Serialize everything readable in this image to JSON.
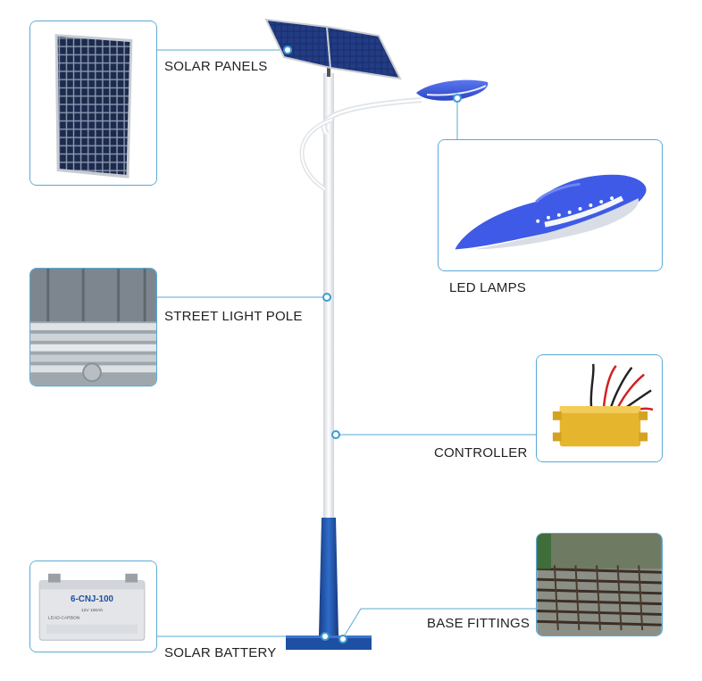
{
  "labels": {
    "solar_panels": "SOLAR PANELS",
    "led_lamps": "LED LAMPS",
    "street_light_pole": "STREET LIGHT POLE",
    "controller": "CONTROLLER",
    "solar_battery": "SOLAR BATTERY",
    "base_fittings": "BASE FITTINGS"
  },
  "battery_text": {
    "model": "6-CNJ-100",
    "rating": "12V 100Ah",
    "type": "LEAD-CARBON"
  },
  "colors": {
    "leader_line": "#5aa9d6",
    "pole_white": "#f2f4f6",
    "pole_blue": "#1d4fa3",
    "lamp_blue": "#3d58d8",
    "controller_gold": "#e6b52e"
  },
  "icons": {
    "solar_panel": "solar-panel-photo",
    "led_lamp": "led-lamp-photo",
    "pole_stack": "pole-stack-photo",
    "controller": "controller-photo",
    "battery": "battery-photo",
    "base_fittings": "base-fittings-photo"
  }
}
